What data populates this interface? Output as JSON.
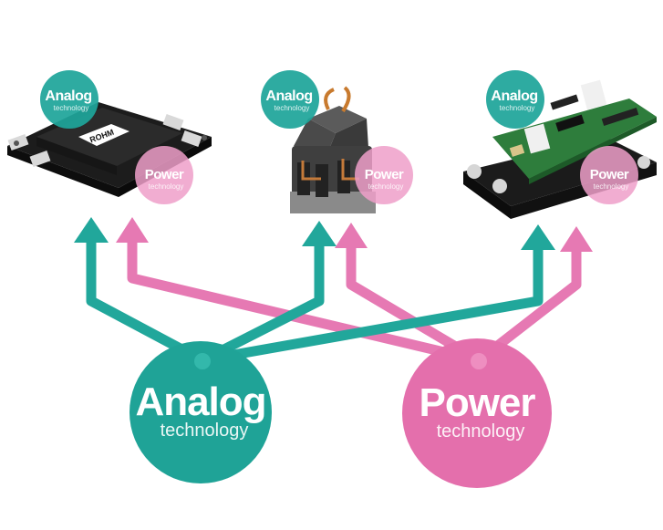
{
  "colors": {
    "analog": "#21a79b",
    "power": "#e679b3",
    "power_badge": "#f0a9cd",
    "analog_badge": "#1ea59a"
  },
  "hubs": {
    "analog": {
      "title": "Analog",
      "subtitle": "technology"
    },
    "power": {
      "title": "Power",
      "subtitle": "technology"
    }
  },
  "badges": {
    "analog": {
      "title": "Analog",
      "subtitle": "technology"
    },
    "power": {
      "title": "Power",
      "subtitle": "technology"
    }
  },
  "modules": [
    {
      "name": "power-module-rohm",
      "brand": "ROHM"
    },
    {
      "name": "sic-module-connector"
    },
    {
      "name": "igbt-module-board"
    }
  ]
}
